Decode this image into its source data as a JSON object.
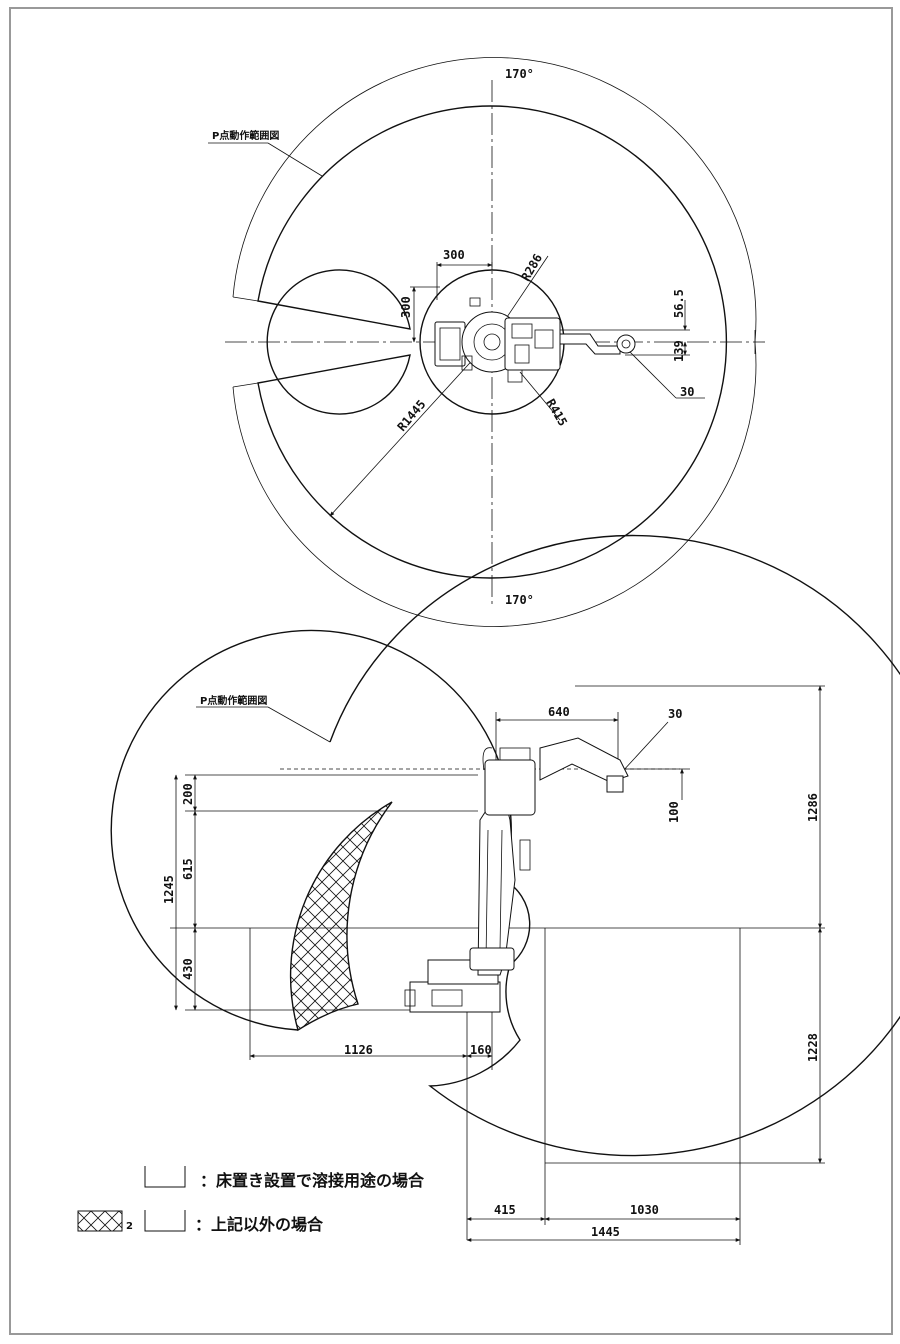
{
  "top_view": {
    "region_label": "P点動作範囲図",
    "angle_top": "170°",
    "angle_bottom": "170°",
    "dim_300_horizontal": "300",
    "dim_300_vertical": "300",
    "dim_r286": "R286",
    "dim_r415": "R415",
    "dim_r1445": "R1445",
    "dim_56_5": "56.5",
    "dim_139": "139",
    "dim_30": "30"
  },
  "side_view": {
    "region_label": "P点動作範囲図",
    "dim_640": "640",
    "dim_30": "30",
    "dim_100": "100",
    "dim_1286": "1286",
    "dim_200": "200",
    "dim_615": "615",
    "dim_1245": "1245",
    "dim_430": "430",
    "dim_1126": "1126",
    "dim_160": "160",
    "dim_1228": "1228",
    "dim_415": "415",
    "dim_1030": "1030",
    "dim_1445": "1445"
  },
  "legend": {
    "item1_text": "：床置き設置で溶接用途の場合",
    "item2_suffix": "2",
    "item2_text": "：上記以外の場合"
  }
}
